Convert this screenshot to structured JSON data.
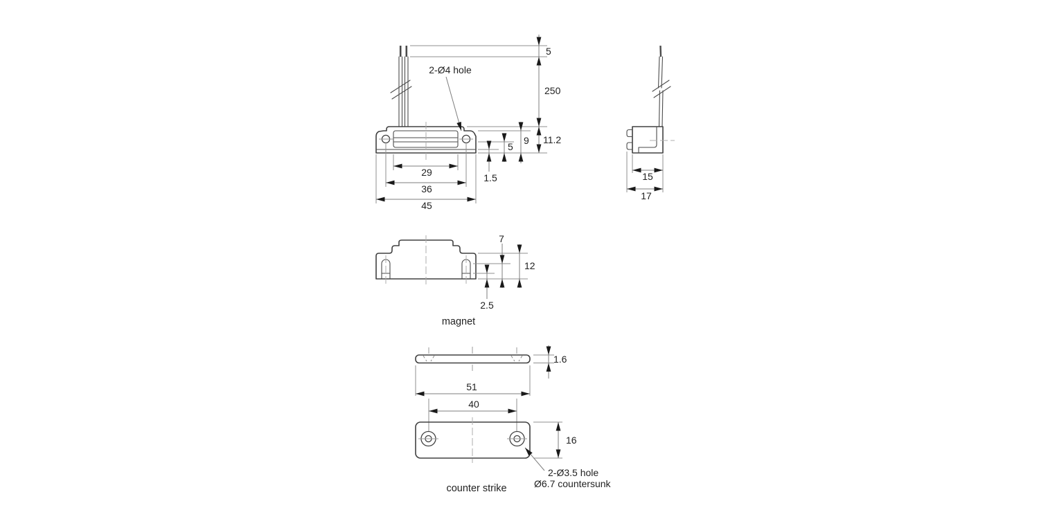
{
  "figure": {
    "kind": "technical drawing - magnetic reed switch catch",
    "background_color": "#ffffff",
    "outline_color": "#404040",
    "thin_line_color": "#8f8f8f",
    "text_color": "#222222"
  },
  "switch_front": {
    "hole_callout": "2-Ø4 hole",
    "dim_wire_strip": "5",
    "dim_wire_length": "250",
    "dim_total_height": "11.2",
    "dim_body_height": "9",
    "dim_slot_height": "5",
    "dim_flange": "1.5",
    "dim_window_width": "29",
    "dim_hole_spacing": "36",
    "dim_width": "45"
  },
  "switch_side": {
    "dim_body_depth": "15",
    "dim_total_depth": "17"
  },
  "magnet": {
    "label": "magnet",
    "dim_slot_depth": "7",
    "dim_height": "12",
    "dim_lip": "2.5"
  },
  "counter_strike": {
    "label": "counter strike",
    "dim_thickness": "1.6",
    "dim_width": "51",
    "dim_hole_spacing": "40",
    "dim_height": "16",
    "callout_line1": "2-Ø3.5 hole",
    "callout_line2": "Ø6.7 countersunk"
  }
}
